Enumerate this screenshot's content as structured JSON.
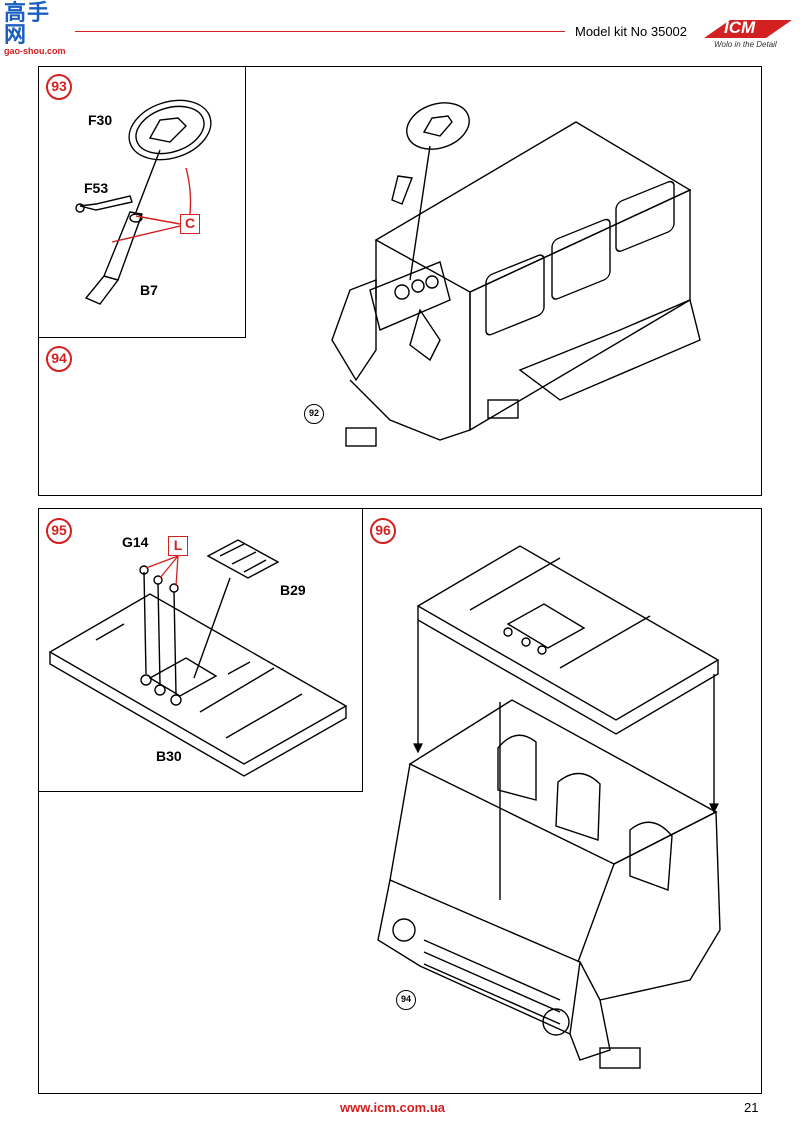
{
  "header": {
    "logo_site_text": "高手网",
    "logo_site_url": "gao-shou.com",
    "kit_title": "Model kit No 35002",
    "brand_logo": "ICM",
    "brand_tagline": "Wolo in the Detail"
  },
  "steps": {
    "s93": {
      "number": "93",
      "labels": {
        "f30": "F30",
        "f53": "F53",
        "b7": "B7"
      },
      "adhesive": "C"
    },
    "s94": {
      "number": "94",
      "ref": "92"
    },
    "s95": {
      "number": "95",
      "labels": {
        "g14": "G14",
        "b29": "B29",
        "b30": "B30"
      },
      "adhesive": "L"
    },
    "s96": {
      "number": "96",
      "ref": "94"
    }
  },
  "footer": {
    "url": "www.icm.com.ua",
    "page_number": "21"
  },
  "colors": {
    "accent_red": "#d32020",
    "line": "#000000"
  }
}
